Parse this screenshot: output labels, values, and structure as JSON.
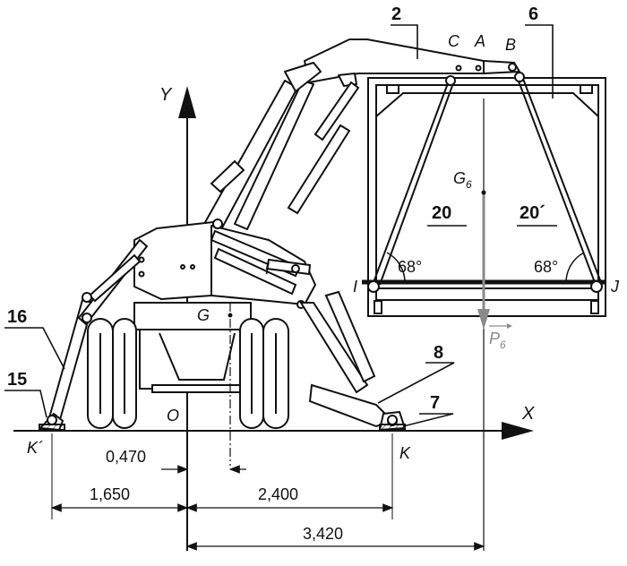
{
  "parts": {
    "part_2": "2",
    "part_6": "6",
    "part_7": "7",
    "part_8": "8",
    "part_15": "15",
    "part_16": "16",
    "part_20": "20",
    "part_20p": "20´"
  },
  "points": {
    "A": "A",
    "B": "B",
    "C": "C",
    "I_left": "I",
    "I_mid": "I",
    "J": "J",
    "K": "K",
    "Kp": "K´",
    "O": "O",
    "G": "G",
    "G6_main": "G",
    "G6_sub": "6"
  },
  "axes": {
    "x": "X",
    "y": "Y"
  },
  "angles": {
    "left": "68°",
    "right": "68°"
  },
  "force": {
    "main": "P",
    "sub": "6"
  },
  "dimensions": {
    "d1": "0,470",
    "d2": "1,650",
    "d3": "2,400",
    "d4": "3,420"
  },
  "colors": {
    "ink": "#111111",
    "force": "#8a8a8a"
  }
}
